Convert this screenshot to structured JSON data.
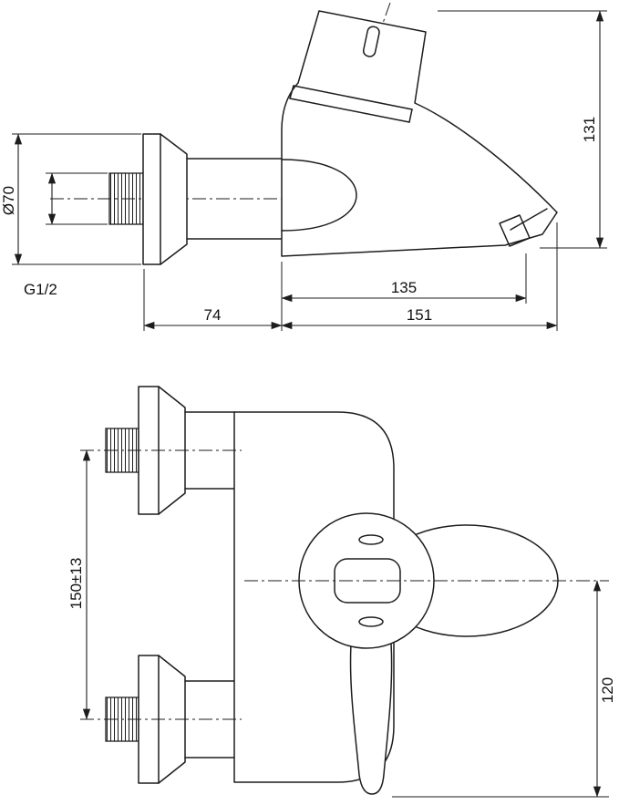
{
  "colors": {
    "line": "#1d1d1d",
    "background": "#ffffff"
  },
  "drawing": {
    "side_view": {
      "dims": {
        "overall_height": "131",
        "flange_diameter": "Ø70",
        "thread_size": "G1/2",
        "spout_projection": "135",
        "wall_to_body": "74",
        "overall_projection": "151"
      }
    },
    "front_view": {
      "dims": {
        "inlet_centres": "150±13",
        "lever_drop": "120"
      }
    }
  }
}
